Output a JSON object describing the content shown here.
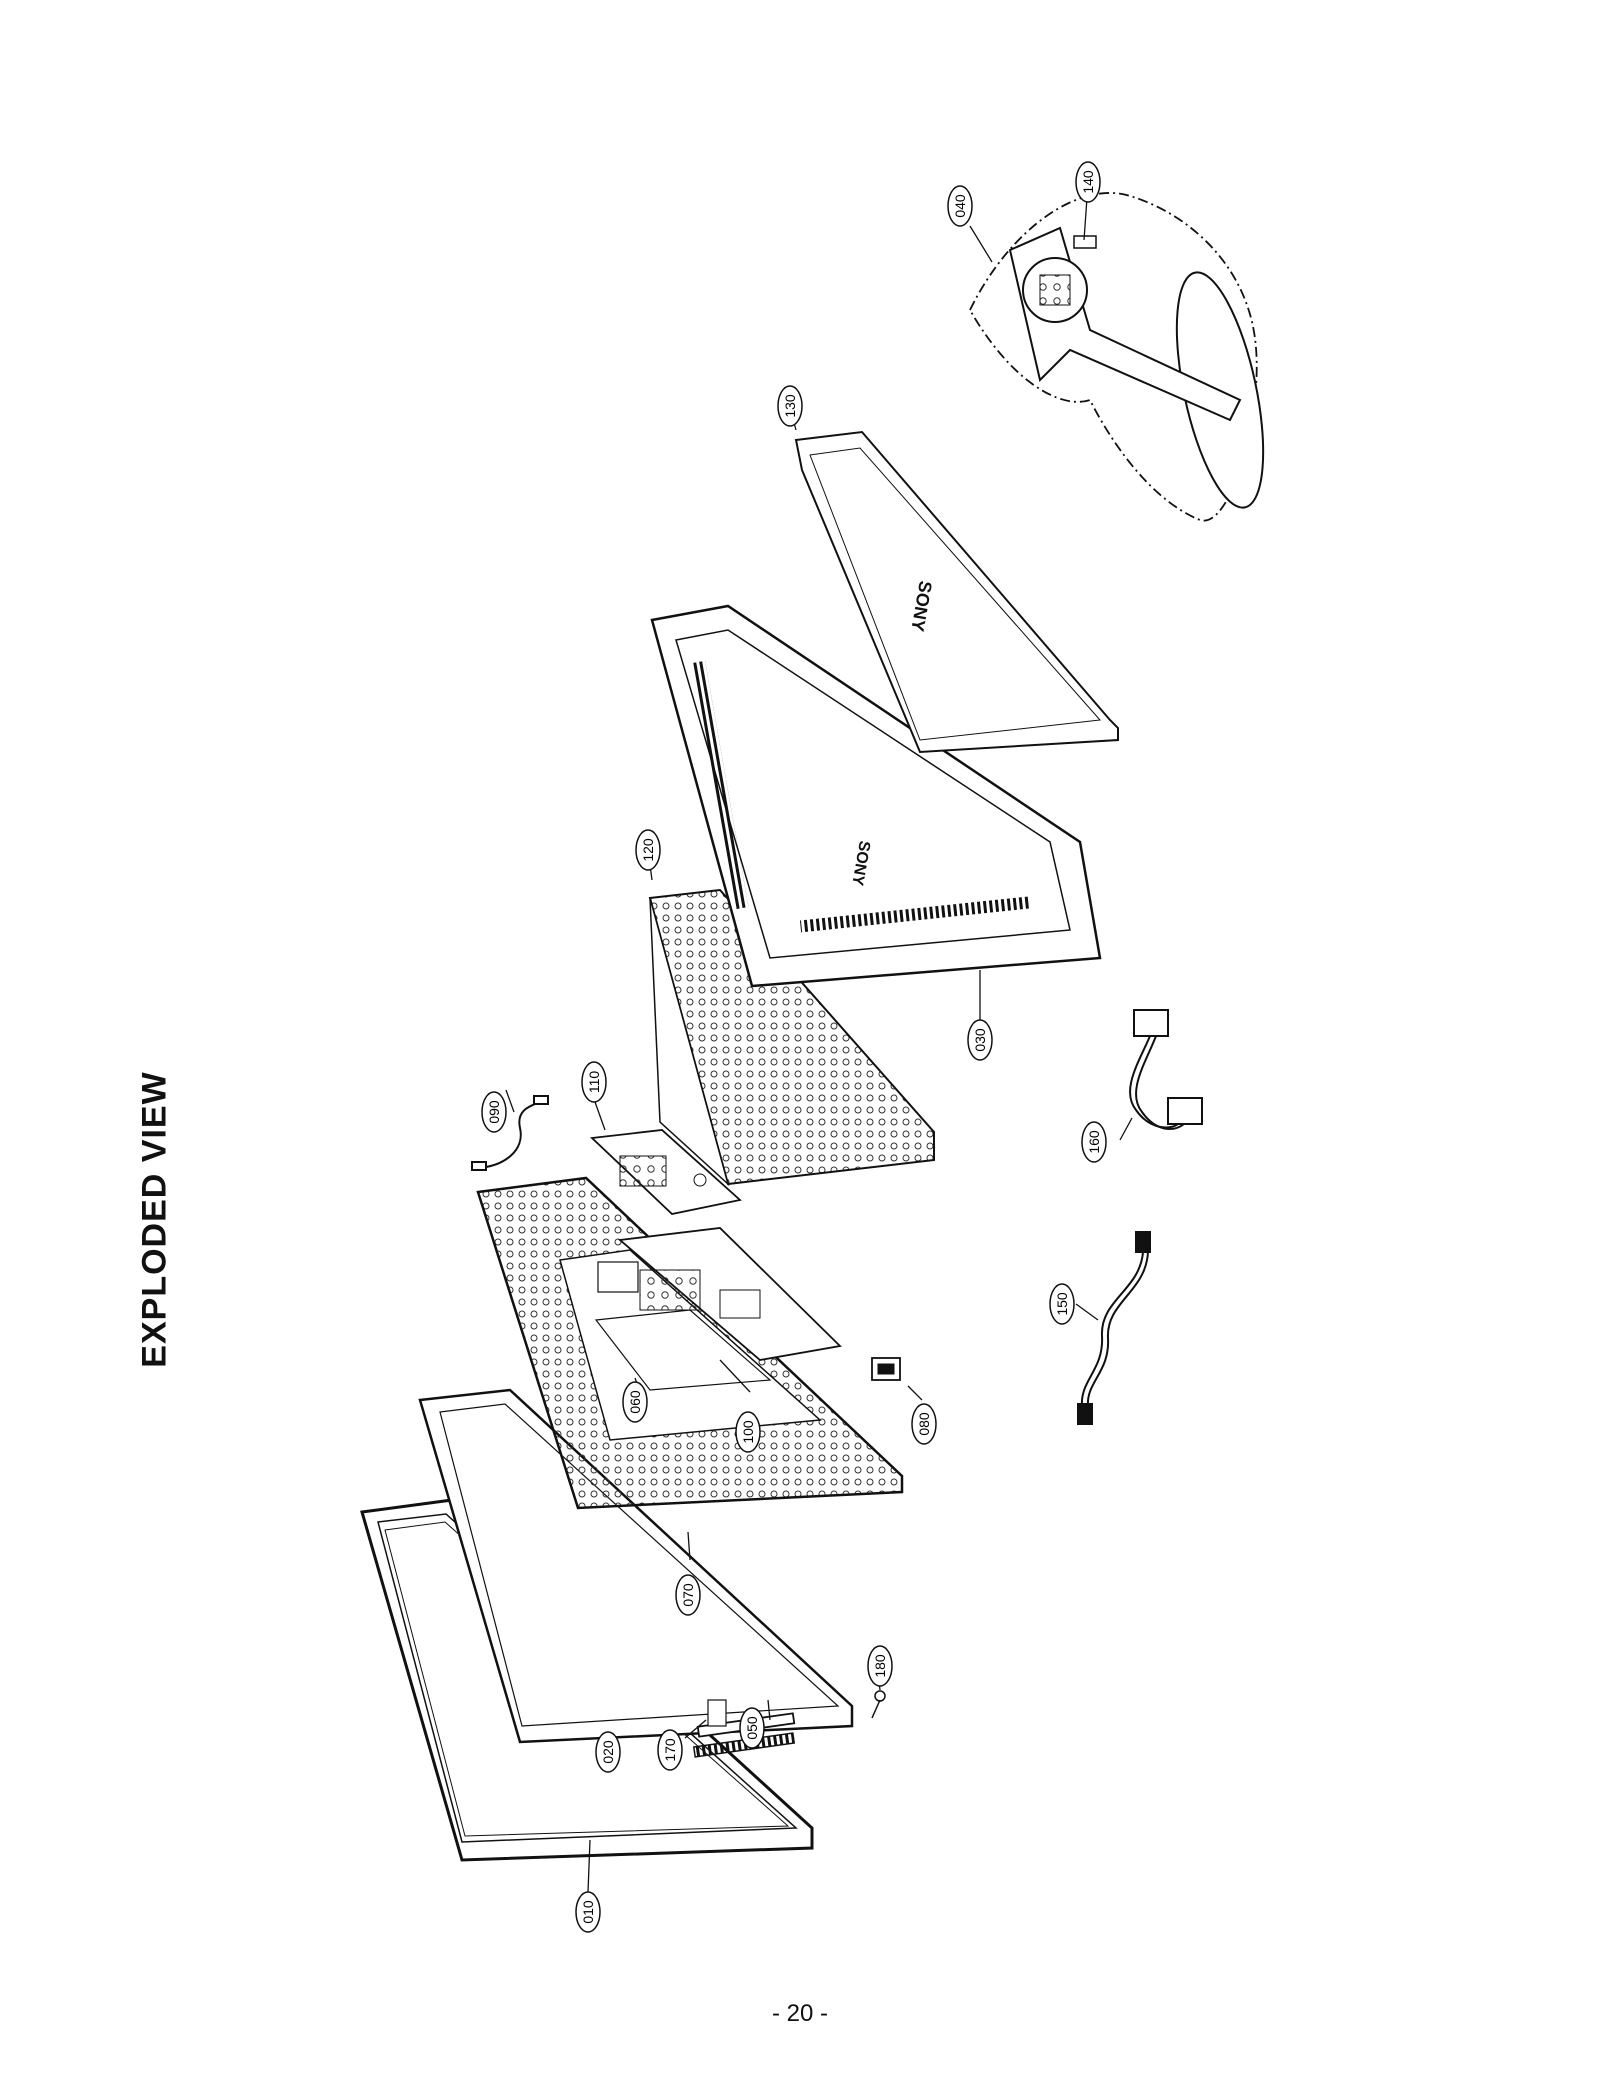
{
  "page": {
    "title": "EXPLODED VIEW",
    "page_number": "- 20 -"
  },
  "callouts": [
    "010",
    "020",
    "030",
    "040",
    "050",
    "060",
    "070",
    "080",
    "090",
    "100",
    "110",
    "120",
    "130",
    "140",
    "150",
    "160",
    "170",
    "180"
  ],
  "brand": "SONY",
  "colors": {
    "ink": "#111111",
    "paper": "#ffffff"
  }
}
